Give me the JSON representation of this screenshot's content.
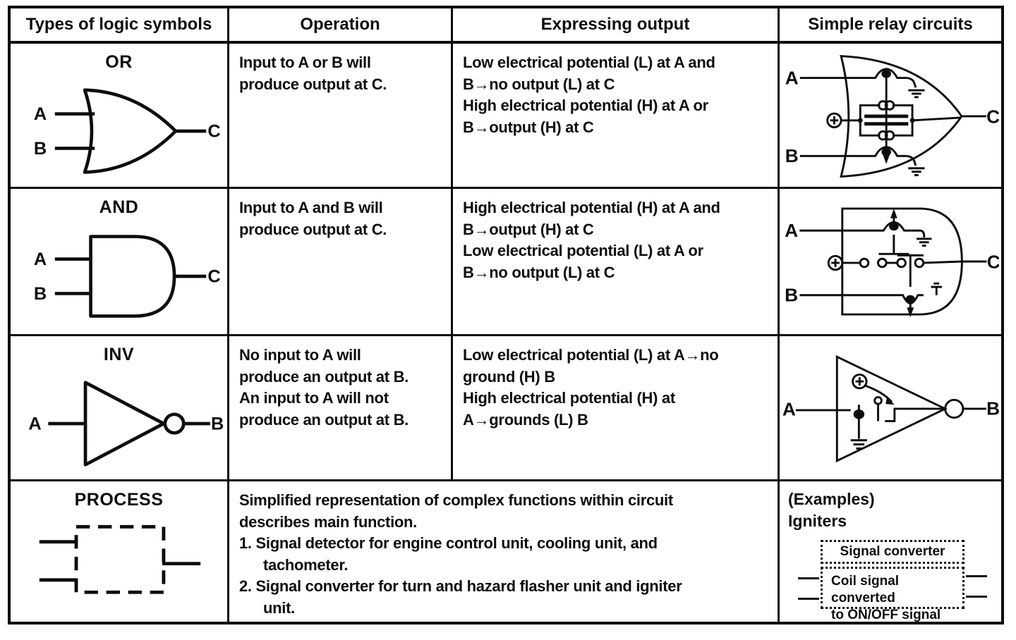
{
  "header": {
    "col1": "Types of logic symbols",
    "col2": "Operation",
    "col3": "Expressing output",
    "col4": "Simple relay circuits"
  },
  "rows": [
    {
      "type": "OR",
      "gate": {
        "in1": "A",
        "in2": "B",
        "out": "C"
      },
      "relay": {
        "in1": "A",
        "in2": "B",
        "out": "C"
      },
      "operation": [
        "Input to A or B will",
        "produce output at C."
      ],
      "expressing": [
        "Low electrical potential (L) at A and",
        "B→no output (L) at C",
        "High electrical potential (H) at A or",
        "B→output (H) at C"
      ]
    },
    {
      "type": "AND",
      "gate": {
        "in1": "A",
        "in2": "B",
        "out": "C"
      },
      "relay": {
        "in1": "A",
        "in2": "B",
        "out": "C"
      },
      "operation": [
        "Input to A and B will",
        "produce output at C."
      ],
      "expressing": [
        "High electrical potential (H) at A and",
        "B→output (H) at C",
        "Low electrical potential (L) at A or",
        "B→no output (L) at C"
      ]
    },
    {
      "type": "INV",
      "gate": {
        "in1": "A",
        "out": "B"
      },
      "relay": {
        "in1": "A",
        "out": "B"
      },
      "operation": [
        "No input to A will",
        "produce an output at B.",
        "An input to A will not",
        "produce an output at B."
      ],
      "expressing": [
        "Low electrical potential (L) at A→no",
        "ground (H) B",
        "High electrical potential (H) at",
        "A→grounds (L) B"
      ]
    },
    {
      "type": "PROCESS",
      "operation": [
        "Simplified representation of complex functions within circuit",
        "describes main function.",
        "1. Signal detector for engine control unit, cooling unit, and",
        "tachometer.",
        "2. Signal converter for turn and hazard flasher unit and igniter",
        "unit."
      ],
      "example": {
        "heading1": "(Examples)",
        "heading2": "Igniters",
        "box_title": "Signal converter",
        "box_body1": "Coil signal converted",
        "box_body2": "to ON/OFF signal"
      }
    }
  ],
  "colors": {
    "ink": "#0d0d0d",
    "paper": "#ffffff"
  }
}
